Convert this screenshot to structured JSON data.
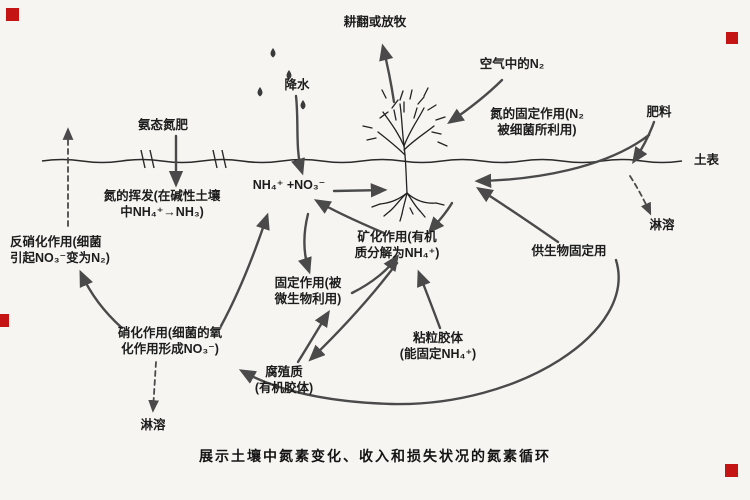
{
  "caption": "展示土壤中氮素变化、收入和损失状况的氮素循环",
  "labels": {
    "plow_grazing": "耕翻或放牧",
    "air_n2": "空气中的N₂",
    "rain": "降水",
    "ammonia_fertilizer": "氨态氮肥",
    "n_fixation": "氮的固定作用(N₂\n被细菌所利用)",
    "fertilizer": "肥料",
    "soil_surface": "土表",
    "nh4_no3": "NH₄⁺ +NO₃⁻",
    "volatilization": "氮的挥发(在碱性土壤\n中NH₄⁺→NH₃)",
    "leaching_right": "淋溶",
    "denitrification": "反硝化作用(细菌\n引起NO₃⁻变为N₂)",
    "mineralization": "矿化作用(有机\n质分解为NH₄⁺)",
    "bio_fixation": "供生物固定用",
    "immobilization": "固定作用(被\n微生物利用)",
    "nitrification": "硝化作用(细菌的氧\n化作用形成NO₃⁻)",
    "clay_colloid": "粘粒胶体\n(能固定NH₄⁺)",
    "humus": "腐殖质\n(有机胶体)",
    "leaching_bottom": "淋溶"
  },
  "colors": {
    "marker_red": "#c41414",
    "ink": "#1c1c1c",
    "arrow": "#4a4a4a",
    "background": "#f6f5f2"
  }
}
